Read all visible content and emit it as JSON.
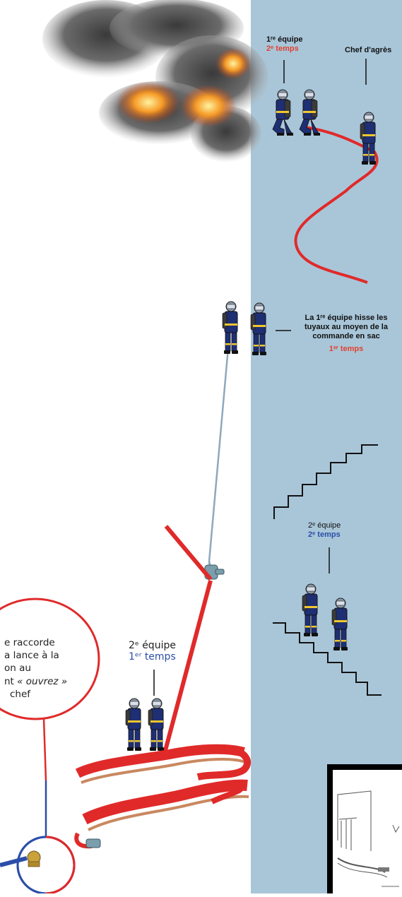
{
  "diagram": {
    "label_top_team": "1ʳᵉ équipe",
    "label_top_time": "2ᵉ temps",
    "label_chief": "Chef d'agrès",
    "label_mid_1": "La 1ʳᵉ équipe hisse les",
    "label_mid_2": "tuyaux au moyen de la",
    "label_mid_3": "commande en sac",
    "label_mid_time": "1ᵉʳ temps",
    "label_stairs_team": "2ᵉ équipe",
    "label_stairs_time": "2ᵉ temps",
    "label_ground_team": "2ᵉ équipe",
    "label_ground_time": "1ᵉʳ temps",
    "bubble_line_1": "e raccorde",
    "bubble_line_2": "a lance à la",
    "bubble_line_3": "on au",
    "bubble_line_4_prefix": "nt ",
    "bubble_line_4_em": "« ouvrez »",
    "bubble_line_5": "chef"
  },
  "colors": {
    "panel_blue": "#a9c6d9",
    "hose_red": "#e02a2a",
    "uniform_navy": "#1f2f74",
    "stripe_yellow": "#f0c62d",
    "label_red": "#e2412e",
    "label_blue": "#2b4ea8"
  }
}
